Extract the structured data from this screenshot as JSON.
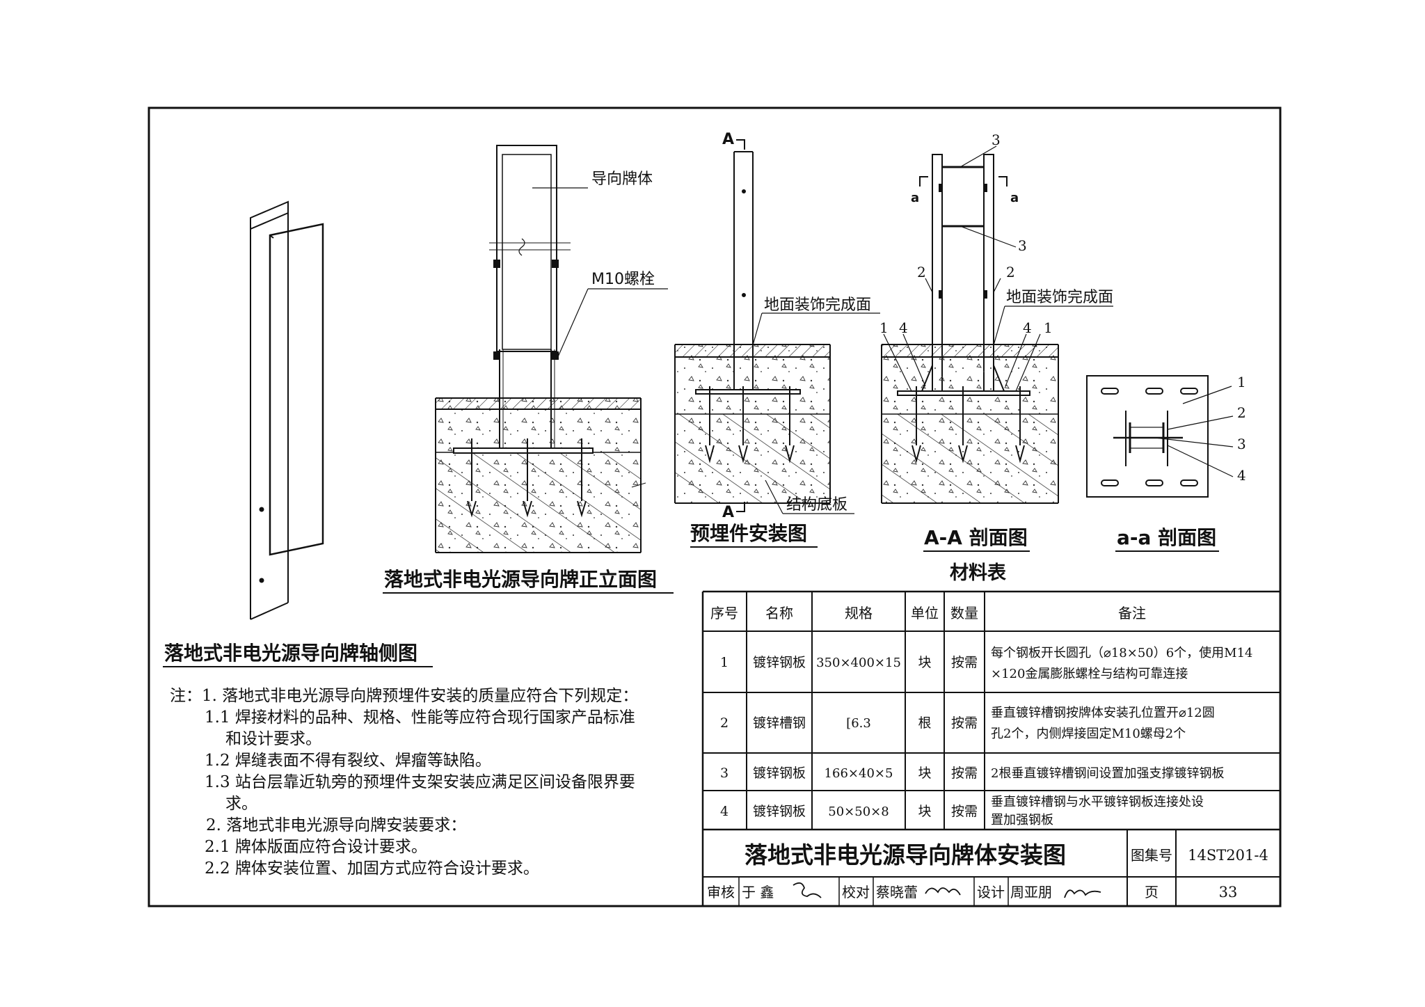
{
  "views": {
    "iso_title": "落地式非电光源导向牌轴侧图",
    "front_title": "落地式非电光源导向牌正立面图",
    "embed_title": "预埋件安装图",
    "aa_title": "A-A 剖面图",
    "small_aa_title": "a-a 剖面图"
  },
  "labels": {
    "sign_body": "导向牌体",
    "m10_bolt": "M10螺栓",
    "floor_finish": "地面装饰完成面",
    "floor_finish_aa": "地面装饰完成面",
    "structure_slab": "结构底板",
    "section_A": "A",
    "section_a": "a",
    "n1": "1",
    "n2": "2",
    "n3": "3",
    "n4": "4"
  },
  "notes": [
    "注：1. 落地式非电光源导向牌预埋件安装的质量应符合下列规定：",
    "1.1 焊接材料的品种、规格、性能等应符合现行国家产品标准",
    "和设计要求。",
    "1.2 焊缝表面不得有裂纹、焊瘤等缺陷。",
    "1.3 站台层靠近轨旁的预埋件支架安装应满足区间设备限界要",
    "求。",
    "2. 落地式非电光源导向牌安装要求：",
    "2.1 牌体版面应符合设计要求。",
    "2.2 牌体安装位置、加固方式应符合设计要求。"
  ],
  "material_table": {
    "title": "材料表",
    "headers": [
      "序号",
      "名称",
      "规格",
      "单位",
      "数量",
      "备注"
    ],
    "rows": [
      {
        "no": "1",
        "name": "镀锌钢板",
        "spec": "350×400×15",
        "unit": "块",
        "qty": "按需",
        "note1": "每个钢板开长圆孔（⌀18×50）6个，使用M14",
        "note2": "×120金属膨胀螺栓与结构可靠连接"
      },
      {
        "no": "2",
        "name": "镀锌槽钢",
        "spec": "[6.3",
        "unit": "根",
        "qty": "按需",
        "note1": "垂直镀锌槽钢按牌体安装孔位置开⌀12圆",
        "note2": "孔2个，内侧焊接固定M10螺母2个"
      },
      {
        "no": "3",
        "name": "镀锌钢板",
        "spec": "166×40×5",
        "unit": "块",
        "qty": "按需",
        "note1": "2根垂直镀锌槽钢间设置加强支撑镀锌钢板",
        "note2": ""
      },
      {
        "no": "4",
        "name": "镀锌钢板",
        "spec": "50×50×8",
        "unit": "块",
        "qty": "按需",
        "note1": "垂直镀锌槽钢与水平镀锌钢板连接处设",
        "note2": "置加强钢板"
      }
    ]
  },
  "title_block": {
    "drawing_title": "落地式非电光源导向牌体安装图",
    "atlas_label": "图集号",
    "atlas_no": "14ST201-4",
    "review_label": "审核",
    "reviewer": "于 鑫",
    "check_label": "校对",
    "checker": "蔡晓蕾",
    "design_label": "设计",
    "designer": "周亚朋",
    "page_label": "页",
    "page_no": "33"
  }
}
